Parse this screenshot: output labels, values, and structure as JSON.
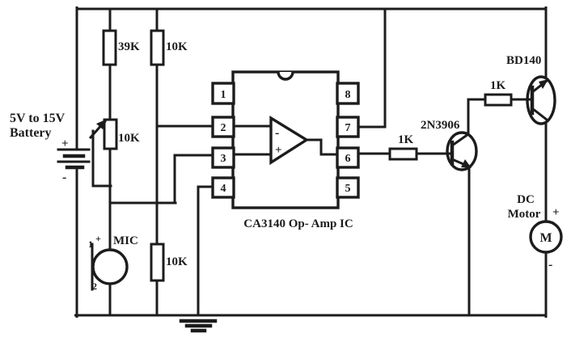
{
  "colors": {
    "ink": "#1c1c1c",
    "paper": "#ffffff"
  },
  "battery": {
    "label1": "5V to 15V",
    "label2": "Battery",
    "plus": "+",
    "minus": "-"
  },
  "resistors": {
    "r39k": "39K",
    "r10k_top": "10K",
    "pot10k": "10K",
    "r10k_mic": "10K",
    "r1k_q1": "1K",
    "r1k_q2": "1K"
  },
  "mic": {
    "name": "MIC",
    "term1": "1",
    "term1_sign": "+",
    "term2": "2"
  },
  "opamp": {
    "caption": "CA3140 Op- Amp IC",
    "inv": "-",
    "noninv": "+",
    "pins": {
      "p1": "1",
      "p2": "2",
      "p3": "3",
      "p4": "4",
      "p5": "5",
      "p6": "6",
      "p7": "7",
      "p8": "8"
    }
  },
  "transistors": {
    "q1": "2N3906",
    "q2": "BD140"
  },
  "motor": {
    "label1": "DC",
    "label2": "Motor",
    "symbol": "M",
    "plus": "+",
    "minus": "-"
  }
}
